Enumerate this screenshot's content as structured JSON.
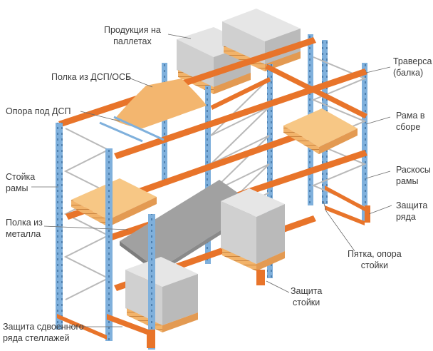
{
  "labels": {
    "products_on_pallets": "Продукция на\nпаллетах",
    "shelf_chipboard": "Полка из ДСП/ОСБ",
    "support_chipboard": "Опора под ДСП",
    "frame_upright": "Стойка\nрамы",
    "metal_shelf": "Полка из\nметалла",
    "double_row_protection": "Защита сдвоенного\nряда стеллажей",
    "beam": "Траверса\n(балка)",
    "assembled_frame": "Рама в\nсборе",
    "frame_bracing": "Раскосы\nрамы",
    "row_protection": "Защита\nряда",
    "foot_plate": "Пятка, опора\nстойки",
    "upright_protection": "Защита\nстойки"
  },
  "colors": {
    "upright_blue": "#7fb0dc",
    "beam_orange": "#e8742a",
    "pallet_wood": "#f2b36a",
    "cargo_grey": "#c9c9c9",
    "metal_shelf": "#9a9a9a",
    "chipboard": "#f3b66f",
    "label_text": "#3a3a3a",
    "leader_line": "#6a6a6a"
  }
}
